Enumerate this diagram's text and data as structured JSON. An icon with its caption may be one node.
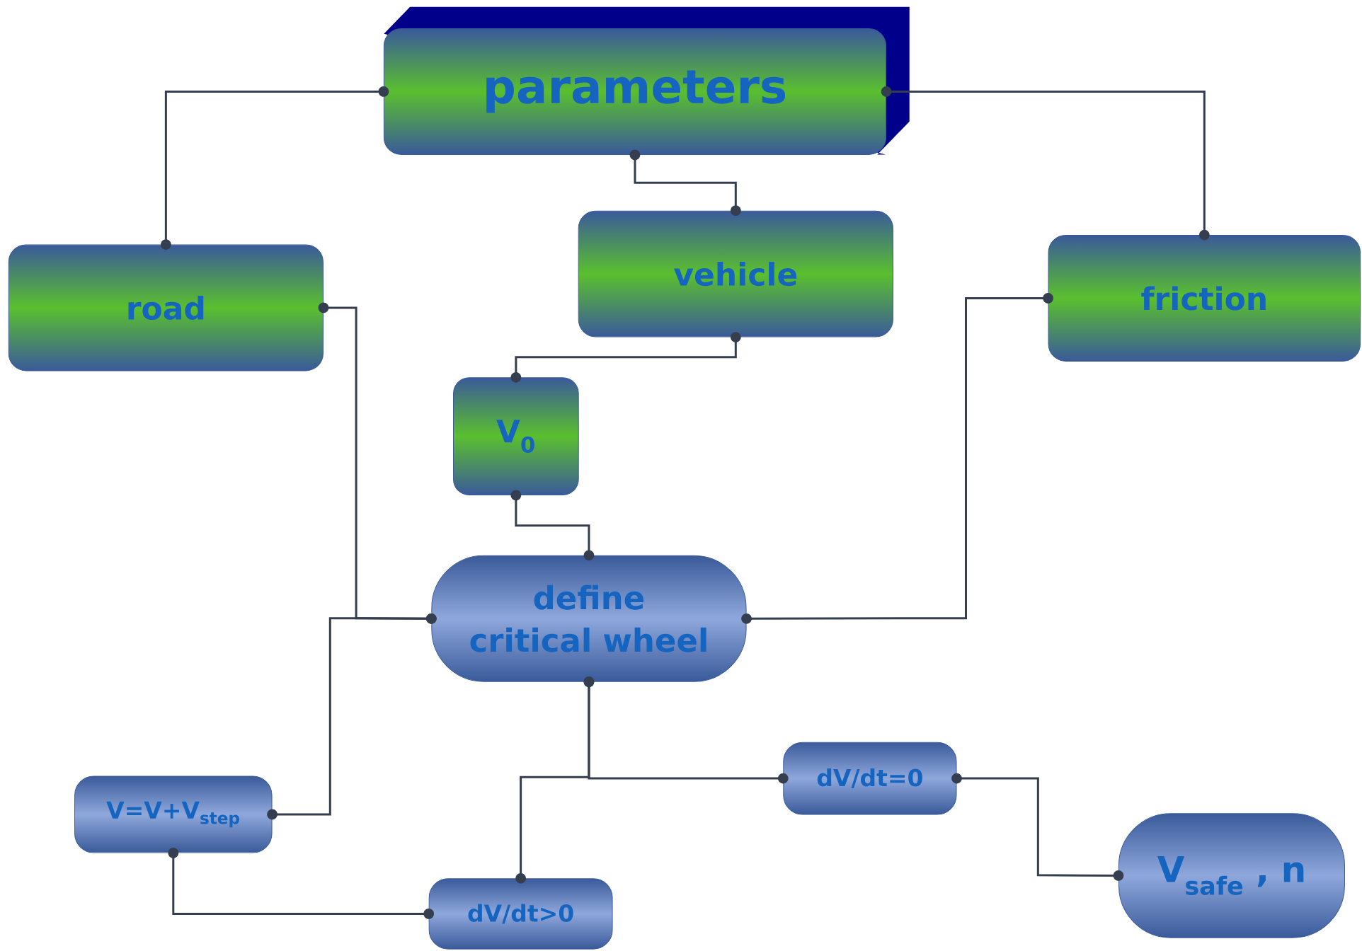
{
  "diagram": {
    "nodes": [
      {
        "text": [
          "parameters"
        ]
      },
      {
        "text": [
          "vehicle"
        ]
      },
      {
        "text": [
          "road"
        ]
      },
      {
        "text": [
          "friction"
        ]
      },
      {
        "text": [
          "V$_{0}$"
        ]
      },
      {
        "text": [
          "define critical wheel"
        ]
      },
      {
        "text": [
          "V=V+V$_{step}$"
        ]
      },
      {
        "text": [
          "dV/dt=0"
        ]
      },
      {
        "text": [
          "dV/dt>0"
        ]
      },
      {
        "text": [
          "V$_{safe}$ , n"
        ]
      }
    ],
    "edges": [
      {
        "from": 0,
        "to": 2,
        "arrow": "other"
      },
      {
        "from": 0,
        "to": 1,
        "arrow": "other"
      },
      {
        "from": 0,
        "to": 3,
        "arrow": "other"
      },
      {
        "from": 1,
        "to": 4,
        "arrow": "other"
      },
      {
        "from": 4,
        "to": 5,
        "arrow": "other"
      },
      {
        "from": 2,
        "to": 5,
        "arrow": "other"
      },
      {
        "from": 6,
        "to": 5,
        "arrow": "other"
      },
      {
        "from": 3,
        "to": 5,
        "arrow": "other"
      },
      {
        "from": 5,
        "to": 7,
        "arrow": "other"
      },
      {
        "from": 5,
        "to": 8,
        "arrow": "other"
      },
      {
        "from": 7,
        "to": 9,
        "arrow": "other"
      },
      {
        "from": 8,
        "to": 6,
        "arrow": "other"
      }
    ]
  }
}
